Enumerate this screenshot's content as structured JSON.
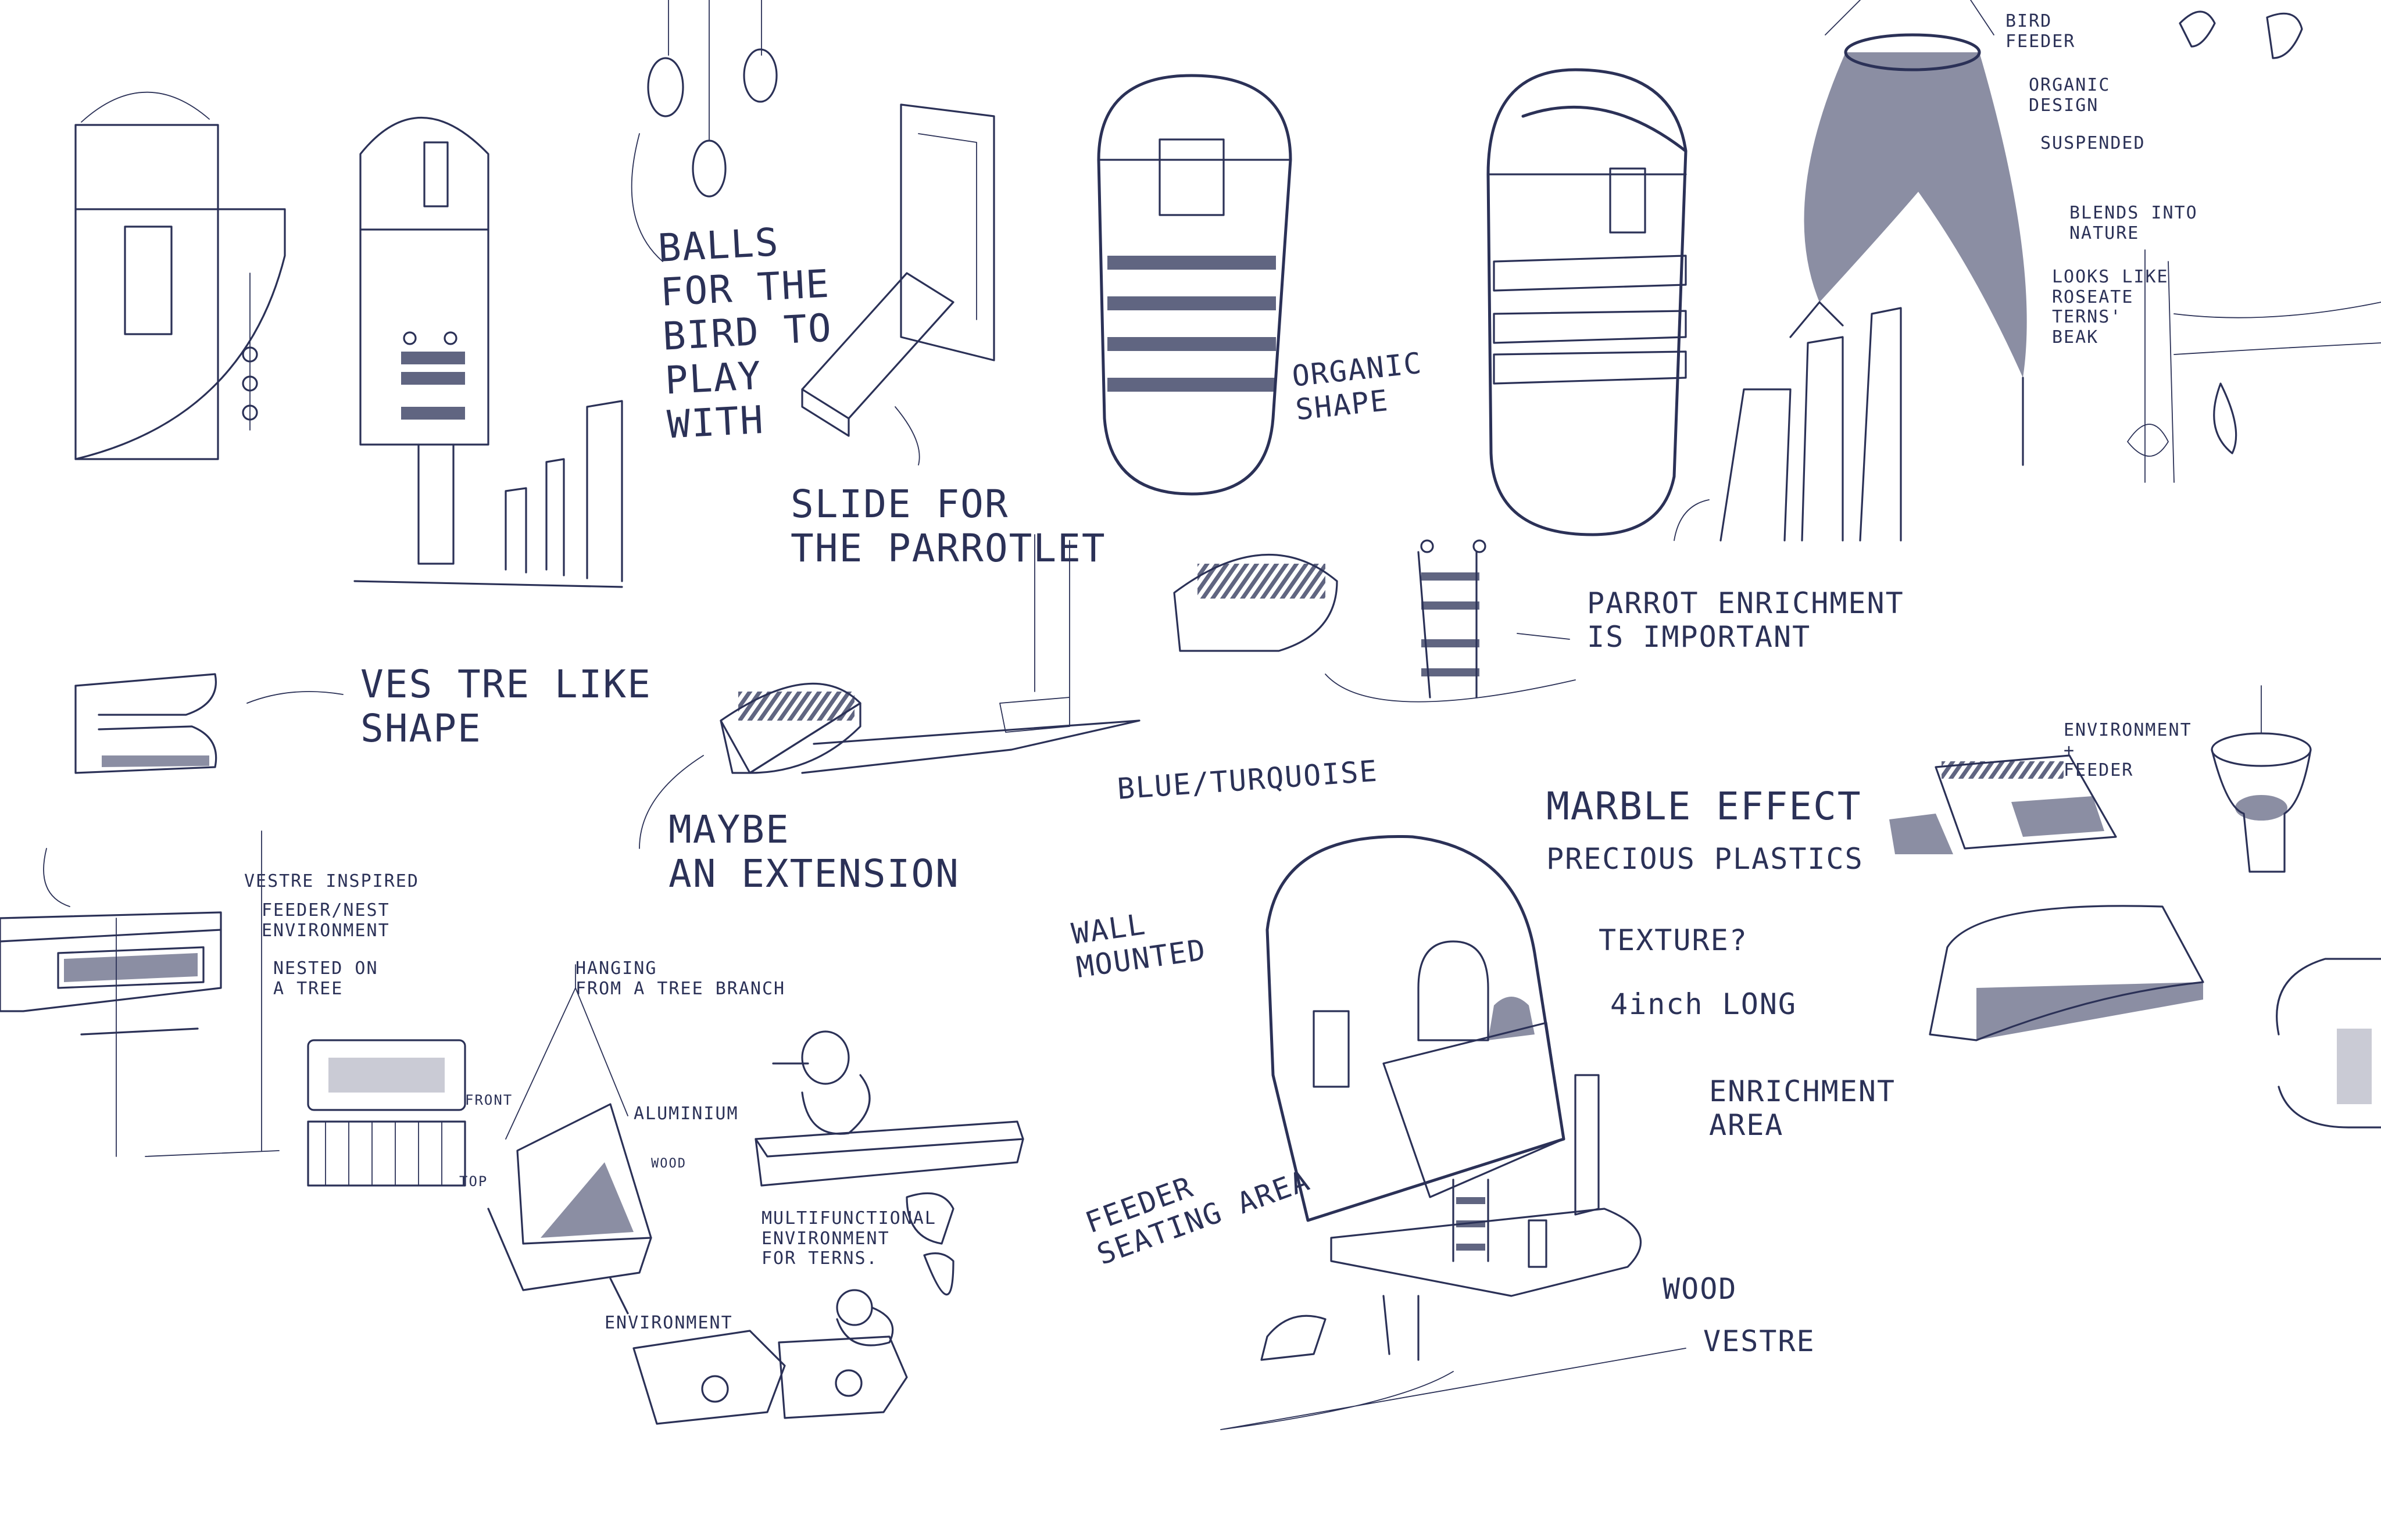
{
  "colors": {
    "ink": "#2b3157",
    "paper": "#ffffff"
  },
  "annotations": {
    "balls": "BALLS\nFOR THE\nBIRD TO\nPLAY\nWITH",
    "slide": "SLIDE FOR\nTHE PARROTLET",
    "organic_shape": "ORGANIC\nSHAPE",
    "bird_feeder": "BIRD\nFEEDER",
    "organic_design": "ORGANIC\nDESIGN",
    "suspended": "SUSPENDED",
    "blends": "BLENDS INTO\nNATURE",
    "looks_like": "LOOKS LIKE\nROSEATE\nTERNS'\nBEAK",
    "vestre_like": "VES TRE LIKE\nSHAPE",
    "parrot_enrichment": "PARROT ENRICHMENT\nIS IMPORTANT",
    "maybe_extension": "MAYBE\nAN EXTENSION",
    "blue_turquoise": "BLUE/TURQUOISE",
    "marble_effect": "MARBLE EFFECT",
    "precious_plastics": "PRECIOUS PLASTICS",
    "texture": "TEXTURE?",
    "inch_long": "4inch LONG",
    "enrichment_area": "ENRICHMENT\nAREA",
    "wall_mounted": "WALL\nMOUNTED",
    "feeder_seating": "FEEDER\nSEATING AREA",
    "wood": "WOOD",
    "vestre": "VESTRE",
    "environment_feeder": "ENVIRONMENT\n+\nFEEDER",
    "vestre_inspired": "VESTRE INSPIRED",
    "feeder_nest": "FEEDER/NEST\nENVIRONMENT",
    "nested_tree": "NESTED ON\nA TREE",
    "hanging": "HANGING\nFROM A TREE BRANCH",
    "aluminium": "ALUMINIUM",
    "wood_small": "WOOD",
    "front": "FRONT",
    "top": "TOP",
    "multifunctional": "MULTIFUNCTIONAL\nENVIRONMENT\nFOR TERNS.",
    "environment": "ENVIRONMENT"
  }
}
